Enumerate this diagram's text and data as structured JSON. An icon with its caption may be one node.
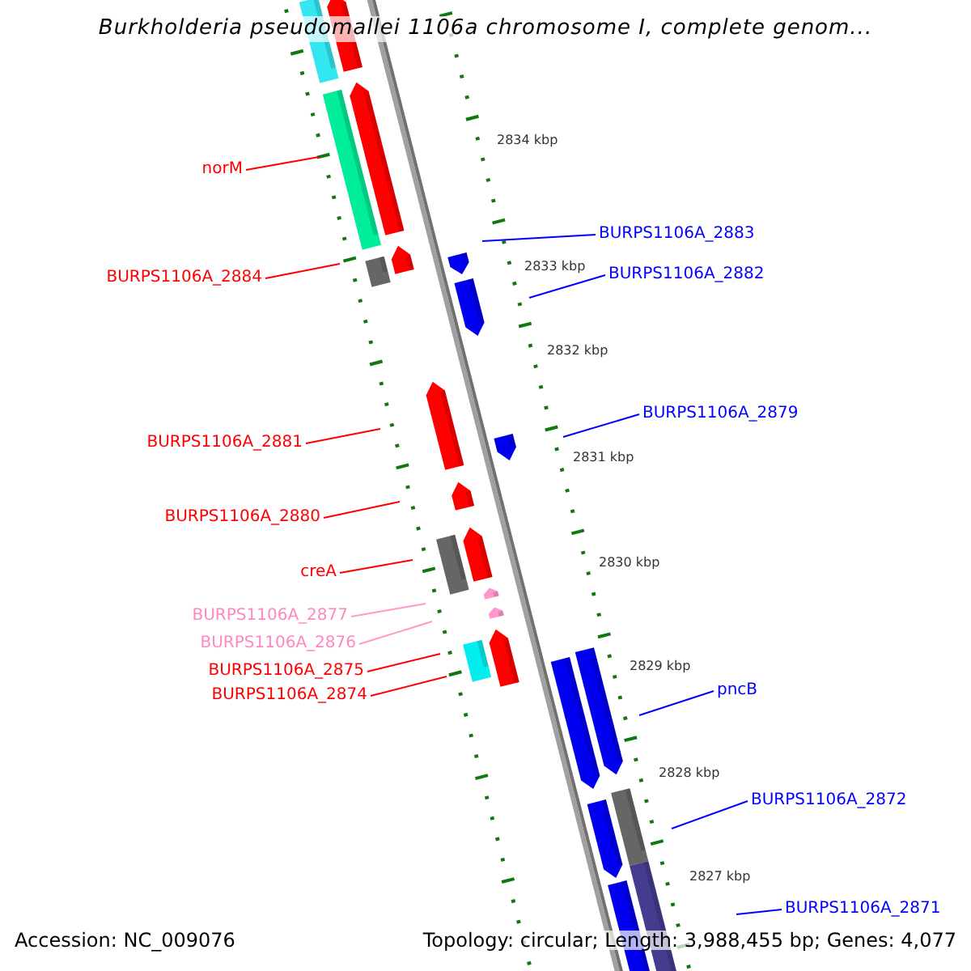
{
  "diagram": {
    "title": "Burkholderia pseudomallei 1106a chromosome I, complete genom...",
    "nodes": [
      {
        "text": [
          "norM"
        ]
      },
      {
        "text": [
          "BURPS1106A_2883"
        ]
      },
      {
        "text": [
          "BURPS1106A_2884"
        ]
      },
      {
        "text": [
          "BURPS1106A_2882"
        ]
      },
      {
        "text": [
          "BURPS1106A_2879"
        ]
      },
      {
        "text": [
          "BURPS1106A_2881"
        ]
      },
      {
        "text": [
          "BURPS1106A_2880"
        ]
      },
      {
        "text": [
          "creA"
        ]
      },
      {
        "text": [
          "BURPS1106A_2877"
        ]
      },
      {
        "text": [
          "BURPS1106A_2876"
        ]
      },
      {
        "text": [
          "BURPS1106A_2875"
        ]
      },
      {
        "text": [
          "BURPS1106A_2874"
        ]
      },
      {
        "text": [
          "pncB"
        ]
      },
      {
        "text": [
          "BURPS1106A_2872"
        ]
      },
      {
        "text": [
          "BURPS1106A_2871"
        ]
      }
    ],
    "edges": [
      {
        "from": 0,
        "to": null,
        "arrow": "none"
      },
      {
        "from": 1,
        "to": null,
        "arrow": "none",
        "color": "#0000ff"
      },
      {
        "from": 2,
        "to": null,
        "arrow": "none"
      },
      {
        "from": 3,
        "to": null,
        "arrow": "none",
        "color": "#0000ff"
      },
      {
        "from": 4,
        "to": null,
        "arrow": "none",
        "color": "#0000ff"
      },
      {
        "from": 5,
        "to": null,
        "arrow": "none"
      },
      {
        "from": 6,
        "to": null,
        "arrow": "none"
      },
      {
        "from": 7,
        "to": null,
        "arrow": "none"
      },
      {
        "from": 8,
        "to": null,
        "arrow": "none",
        "color": "#ff99cc"
      },
      {
        "from": 9,
        "to": null,
        "arrow": "none",
        "color": "#ff99cc"
      },
      {
        "from": 10,
        "to": null,
        "arrow": "none"
      },
      {
        "from": 11,
        "to": null,
        "arrow": "none"
      },
      {
        "from": 12,
        "to": null,
        "arrow": "none",
        "color": "#0000ff"
      },
      {
        "from": 13,
        "to": null,
        "arrow": "none",
        "color": "#0000ff"
      },
      {
        "from": 14,
        "to": null,
        "arrow": "none",
        "color": "#0000ff"
      }
    ],
    "labels": [
      "2834 kbp",
      "2833 kbp",
      "2832 kbp",
      "2831 kbp",
      "2830 kbp",
      "2829 kbp",
      "2828 kbp",
      "2827 kbp",
      "Accession: NC_009076",
      "Topology: circular; Length: 3,988,455 bp; Genes: 4,077"
    ]
  }
}
